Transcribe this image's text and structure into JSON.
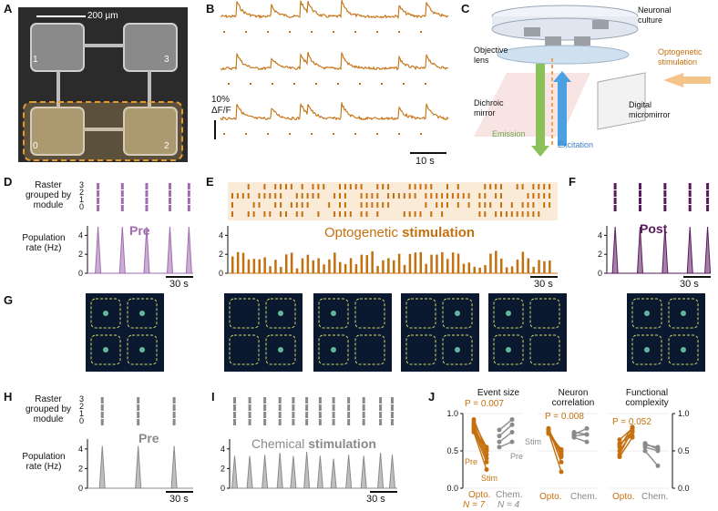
{
  "panels": {
    "A": {
      "letter": "A",
      "scale": "200 µm",
      "modules": [
        "1",
        "3",
        "0",
        "2"
      ]
    },
    "B": {
      "letter": "B",
      "scale_y": "10%",
      "scale_y2": "ΔF/F",
      "scale_x": "10 s"
    },
    "C": {
      "letter": "C",
      "labels": {
        "culture": "Neuronal\nculture",
        "objective": "Objective\nlens",
        "opto": "Optogenetic\nstimulation",
        "dichroic": "Dichroic\nmirror",
        "dmd": "Digital\nmicromirror",
        "emission": "Emission",
        "excitation": "Excitation"
      }
    },
    "D": {
      "letter": "D",
      "raster_label": [
        "Raster",
        "grouped by",
        "module"
      ],
      "rate_label": [
        "Population",
        "rate (Hz)"
      ],
      "title": "Pre",
      "scale": "30 s"
    },
    "E": {
      "letter": "E",
      "title_a": "Optogenetic ",
      "title_b": "stimulation",
      "scale": "30 s"
    },
    "F": {
      "letter": "F",
      "title": "Post",
      "scale": "30 s"
    },
    "G": {
      "letter": "G"
    },
    "H": {
      "letter": "H",
      "raster_label": [
        "Raster",
        "grouped by",
        "module"
      ],
      "rate_label": [
        "Population",
        "rate (Hz)"
      ],
      "title": "Pre",
      "scale": "30 s"
    },
    "I": {
      "letter": "I",
      "title_a": "Chemical ",
      "title_b": "stimulation",
      "scale": "30 s"
    },
    "J": {
      "letter": "J",
      "titles": [
        "Event size",
        "Neuron\ncorrelation",
        "Functional\ncomplexity"
      ],
      "pvals": [
        "P = 0.007",
        "P = 0.008",
        "P = 0.052"
      ],
      "xcats": [
        "Opto.",
        "Chem."
      ],
      "n": [
        "N = 7",
        "N = 4"
      ],
      "annot": {
        "pre": "Pre",
        "stim": "Stim"
      }
    }
  },
  "module_ticks": [
    "3",
    "2",
    "1",
    "0"
  ],
  "colors": {
    "orange": "#c5700f",
    "gray": "#8a8a8a",
    "purple": "#a06bb0",
    "dpurple": "#5a1a5e",
    "green": "#6aa84f",
    "blue": "#3d85c6"
  },
  "chart_data": [
    {
      "panel": "D",
      "type": "line",
      "ylabel": "Population rate (Hz)",
      "ylim": [
        0,
        5
      ],
      "yticks": [
        0,
        2,
        4
      ],
      "peaks_x": [
        0.1,
        0.33,
        0.56,
        0.78,
        0.96
      ],
      "peak_values": [
        4.9,
        4.9,
        4.9,
        4.9,
        4.9
      ]
    },
    {
      "panel": "E",
      "type": "bar",
      "ylim": [
        0,
        5
      ],
      "yticks": [
        0,
        2,
        4
      ],
      "burst_max": 2.4,
      "burst_count": 60
    },
    {
      "panel": "F",
      "type": "line",
      "ylim": [
        0,
        5
      ],
      "yticks": [
        0,
        2,
        4
      ],
      "peaks_x": [
        0.08,
        0.32,
        0.56,
        0.8,
        0.97
      ],
      "peak_values": [
        4.9,
        4.9,
        4.9,
        4.9,
        4.9
      ]
    },
    {
      "panel": "H",
      "type": "line",
      "ylim": [
        0,
        5
      ],
      "yticks": [
        0,
        2,
        4
      ],
      "peaks_x": [
        0.14,
        0.48,
        0.82
      ],
      "peak_values": [
        4.3,
        4.3,
        4.3
      ]
    },
    {
      "panel": "I",
      "type": "line",
      "ylim": [
        0,
        5
      ],
      "yticks": [
        0,
        2,
        4
      ],
      "peaks_x": [
        0.03,
        0.12,
        0.21,
        0.3,
        0.38,
        0.46,
        0.54,
        0.62,
        0.71,
        0.8,
        0.9,
        0.97
      ],
      "peak_values": [
        3.3,
        3.3,
        3.4,
        3.6,
        3.3,
        3.7,
        3.3,
        3.0,
        3.4,
        3.3,
        3.6,
        3.4
      ]
    },
    {
      "panel": "J",
      "type": "scatter",
      "subplots": [
        {
          "title": "Event size",
          "ylim": [
            0,
            1
          ],
          "yticks": [
            0,
            0.5,
            1.0
          ],
          "opto": [
            [
              0.92,
              0.5
            ],
            [
              0.88,
              0.55
            ],
            [
              0.85,
              0.45
            ],
            [
              0.82,
              0.4
            ],
            [
              0.8,
              0.52
            ],
            [
              0.78,
              0.35
            ],
            [
              0.75,
              0.25
            ]
          ],
          "chem": [
            [
              0.78,
              0.92
            ],
            [
              0.7,
              0.85
            ],
            [
              0.62,
              0.75
            ],
            [
              0.55,
              0.62
            ]
          ]
        },
        {
          "title": "Neuron correlation",
          "ylim": [
            0,
            1
          ],
          "yticks": [
            0,
            0.5,
            1.0
          ],
          "opto": [
            [
              0.8,
              0.35
            ],
            [
              0.8,
              0.42
            ],
            [
              0.78,
              0.48
            ],
            [
              0.76,
              0.5
            ],
            [
              0.75,
              0.22
            ],
            [
              0.74,
              0.45
            ],
            [
              0.73,
              0.52
            ]
          ],
          "chem": [
            [
              0.75,
              0.72
            ],
            [
              0.72,
              0.8
            ],
            [
              0.68,
              0.62
            ],
            [
              0.7,
              0.72
            ]
          ]
        },
        {
          "title": "Functional complexity",
          "ylim": [
            0,
            1
          ],
          "yticks": [
            0,
            0.5,
            1.0
          ],
          "opto": [
            [
              0.5,
              0.75
            ],
            [
              0.45,
              0.78
            ],
            [
              0.55,
              0.82
            ],
            [
              0.6,
              0.7
            ],
            [
              0.42,
              0.68
            ],
            [
              0.65,
              0.8
            ],
            [
              0.58,
              0.76
            ]
          ],
          "chem": [
            [
              0.6,
              0.52
            ],
            [
              0.58,
              0.55
            ],
            [
              0.55,
              0.5
            ],
            [
              0.5,
              0.3
            ]
          ]
        }
      ]
    }
  ]
}
